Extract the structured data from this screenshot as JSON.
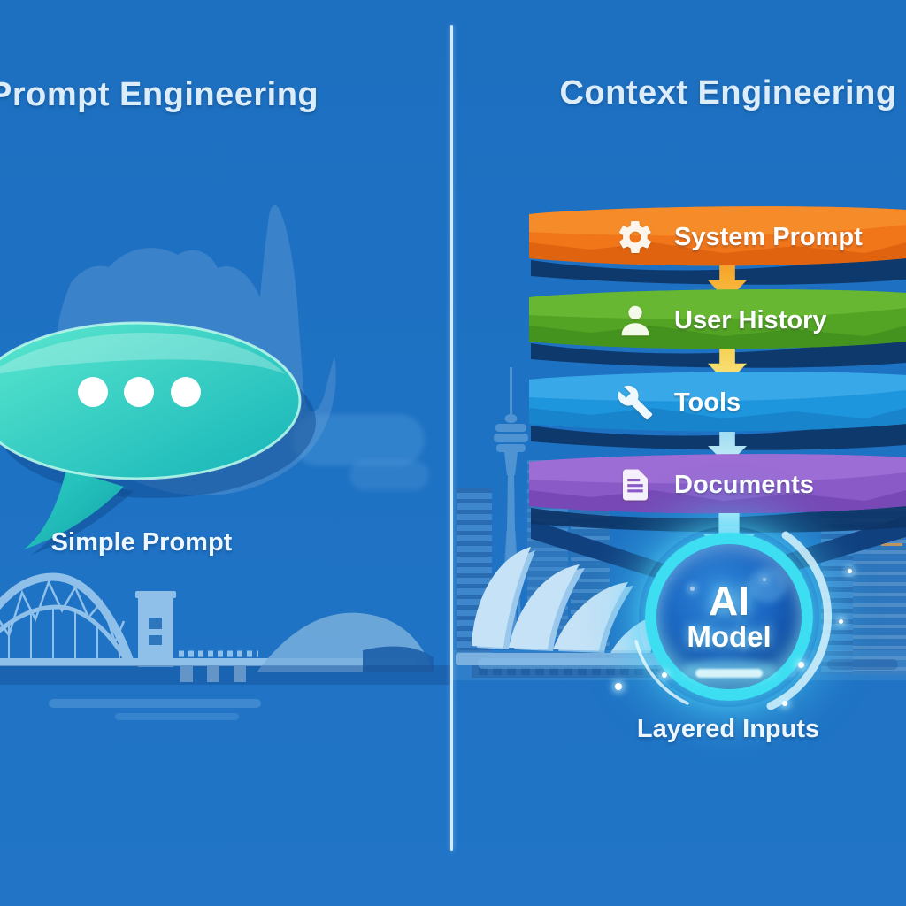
{
  "meta": {
    "description": "Prompt Engineering vs Context Engineering comparison illustration"
  },
  "left_panel": {
    "title": "Prompt Engineering",
    "caption": "Simple Prompt",
    "bubble_dots": 3
  },
  "right_panel": {
    "title": "Context Engineering",
    "caption": "Layered Inputs",
    "layers": [
      {
        "label": "System Prompt",
        "icon": "gear-icon",
        "color": "#f1761a"
      },
      {
        "label": "User History",
        "icon": "person-icon",
        "color": "#53a324"
      },
      {
        "label": "Tools",
        "icon": "wrench-icon",
        "color": "#1e96dd"
      },
      {
        "label": "Documents",
        "icon": "document-icon",
        "color": "#8a5ac7"
      }
    ],
    "ai_model": {
      "line1": "AI",
      "line2": "Model"
    }
  },
  "colors": {
    "background": "#1e72c3",
    "divider": "#e4f4fd",
    "speech_bubble": "#2fd1c4",
    "arrow_orange": "#f5a42c",
    "arrow_yellow": "#f7d65c",
    "arrow_cyan": "#a9e2f2",
    "arrow_big_cyan": "#b5eaf6",
    "ai_ring": "#3edef2"
  },
  "scene": {
    "landmarks": [
      "australia-map",
      "sydney-harbour-bridge",
      "sydney-opera-house",
      "sydney-tower",
      "city-skyline"
    ]
  }
}
